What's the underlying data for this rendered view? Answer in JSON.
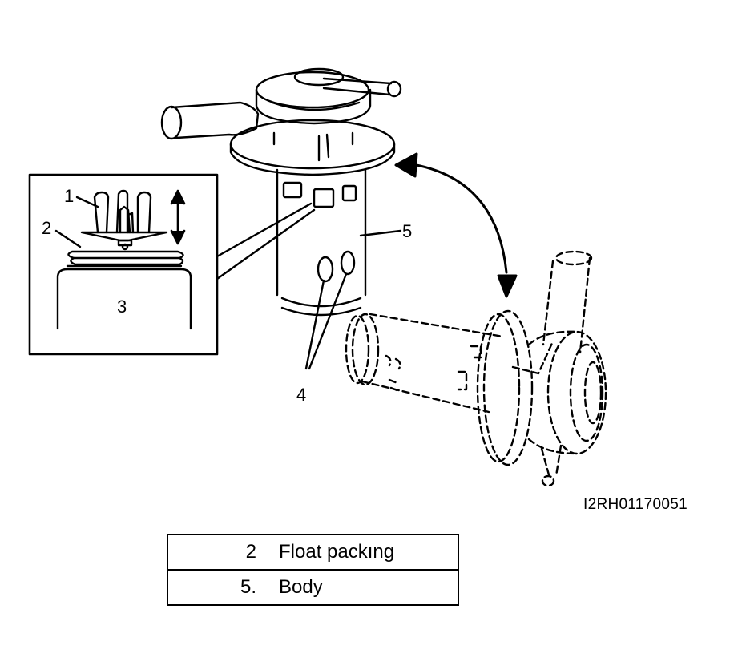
{
  "figure": {
    "callouts": {
      "c1": "1",
      "c2": "2",
      "c3": "3",
      "c4": "4",
      "c5": "5"
    },
    "reference_code": "I2RH01170051"
  },
  "legend": [
    {
      "number": "2",
      "label": "Float packıng"
    },
    {
      "number": "5.",
      "label": "Body"
    }
  ]
}
